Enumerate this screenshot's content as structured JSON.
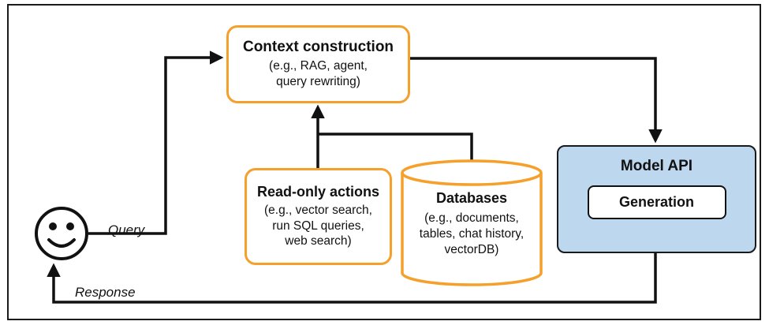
{
  "labels": {
    "query": "Query",
    "response": "Response"
  },
  "nodes": {
    "context_construction": {
      "title": "Context construction",
      "lines": [
        "(e.g., RAG, agent,",
        "query rewriting)"
      ]
    },
    "read_only_actions": {
      "title": "Read-only actions",
      "lines": [
        "(e.g., vector search,",
        "run SQL queries,",
        "web search)"
      ]
    },
    "databases": {
      "title": "Databases",
      "lines": [
        "(e.g., documents,",
        "tables, chat history,",
        "vectorDB)"
      ]
    },
    "model_api": {
      "title": "Model API",
      "generation_label": "Generation"
    }
  },
  "colors": {
    "orange": "#F5A02B",
    "blue": "#BDD7EE",
    "line": "#111111"
  }
}
